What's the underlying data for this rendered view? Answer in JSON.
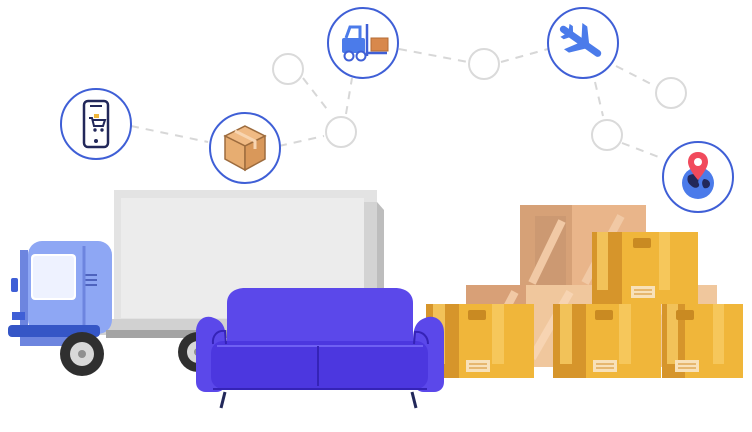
{
  "illustration": {
    "icons": [
      "phone-shopping-cart-icon",
      "cardboard-box-icon",
      "forklift-icon",
      "airplane-icon",
      "globe-location-pin-icon"
    ],
    "objects": [
      "delivery-truck",
      "sofa",
      "cardboard-box-stack",
      "wooden-crates"
    ],
    "colors": {
      "accent_blue": "#3f5fd6",
      "truck_blue": "#8ea7f4",
      "sofa_purple": "#5b48ea",
      "box_orange": "#f0b63a",
      "crate_tan": "#e9b58a",
      "connector_gray": "#d7d7d7"
    }
  }
}
